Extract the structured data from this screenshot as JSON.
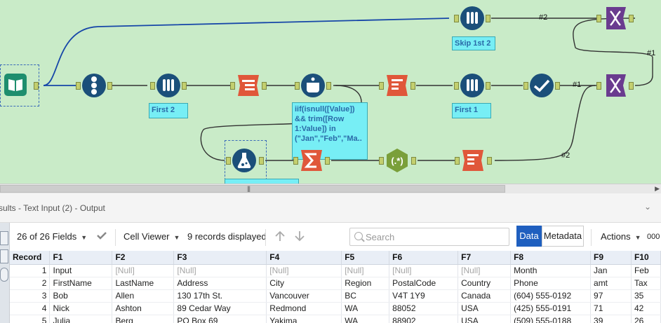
{
  "canvas": {
    "annotations": {
      "skip": "Skip 1st 2",
      "first2": "First 2",
      "first1": "First 1",
      "formula": "iif(isnull([Value]) && trim([Row 1:Value]) in (\"Jan\",\"Feb\",\"Ma.."
    },
    "wire_labels": [
      "#2",
      "#1",
      "#1",
      "#2"
    ]
  },
  "panel": {
    "title": "sults - Text Input (2) - Output"
  },
  "toolbar": {
    "fields": "26 of 26 Fields",
    "cell_viewer": "Cell Viewer",
    "records": "9 records displayed",
    "search_placeholder": "Search",
    "data": "Data",
    "metadata": "Metadata",
    "actions": "Actions",
    "extra": "000"
  },
  "table": {
    "headers": [
      "Record",
      "F1",
      "F2",
      "F3",
      "F4",
      "F5",
      "F6",
      "F7",
      "F8",
      "F9",
      "F10"
    ],
    "rows": [
      [
        "1",
        "Input",
        "[Null]",
        "[Null]",
        "[Null]",
        "[Null]",
        "[Null]",
        "[Null]",
        "Month",
        "Jan",
        "Feb"
      ],
      [
        "2",
        "FirstName",
        "LastName",
        "Address",
        "City",
        "Region",
        "PostalCode",
        "Country",
        "Phone",
        "amt",
        "Tax"
      ],
      [
        "3",
        "Bob",
        "Allen",
        "130 17th St.",
        "Vancouver",
        "BC",
        "V4T 1Y9",
        "Canada",
        "(604) 555-0192",
        "97",
        "35"
      ],
      [
        "4",
        "Nick",
        "Ashton",
        "89 Cedar Way",
        "Redmond",
        "WA",
        "88052",
        "USA",
        "(425) 555-0191",
        "71",
        "42"
      ],
      [
        "5",
        "Julia",
        "Berg",
        "PO Box 69",
        "Yakima",
        "WA",
        "88902",
        "USA",
        "(509) 555-0188",
        "39",
        "26"
      ]
    ]
  },
  "colors": {
    "canvas_bg": "#c9ebc8",
    "tool_blue": "#1b4f7a",
    "tool_orange": "#e0573a",
    "tool_purple": "#6a3b8f",
    "tool_green": "#7a9f3a",
    "annotation_bg": "#77eef5",
    "accent": "#1f5fbf"
  }
}
